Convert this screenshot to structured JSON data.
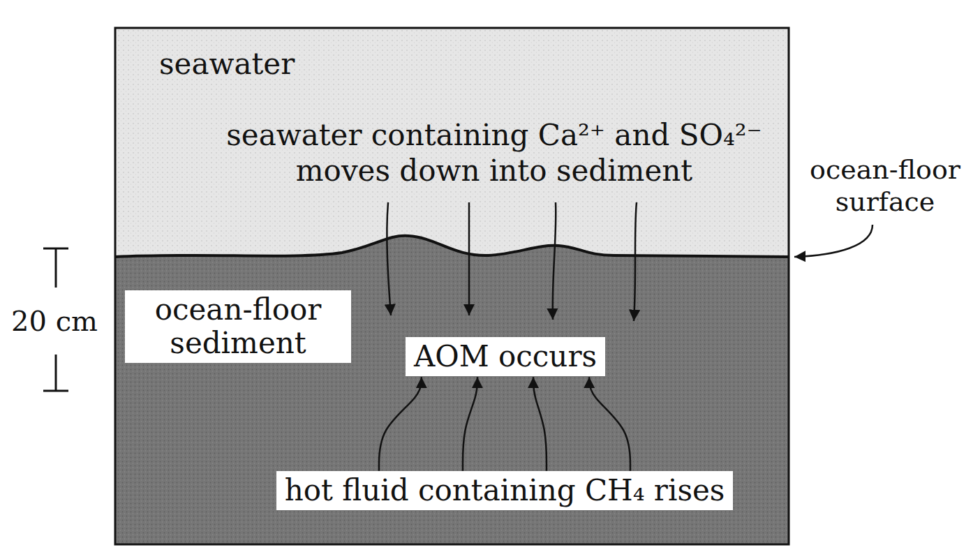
{
  "diagram": {
    "nodes": [
      {
        "text": [
          "ocean-floor sediment"
        ]
      },
      {
        "text": [
          "AOM occurs"
        ]
      },
      {
        "text": [
          "hot fluid containing CH₄ rises"
        ]
      }
    ],
    "edges": [
      {
        "from": 2,
        "to": 1,
        "arrow": "to"
      },
      {
        "from": 2,
        "to": 1,
        "arrow": "to"
      },
      {
        "from": 2,
        "to": 1,
        "arrow": "to"
      },
      {
        "from": 2,
        "to": 1,
        "arrow": "to"
      }
    ],
    "labels": [
      "seawater",
      "seawater containing Ca²⁺ and SO₄²⁻ moves down into sediment",
      "ocean-floor surface",
      "20 cm"
    ]
  }
}
